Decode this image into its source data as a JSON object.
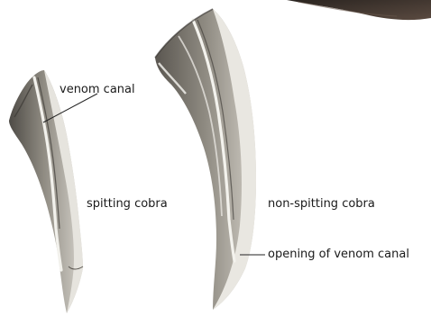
{
  "labels": {
    "venom_canal": "venom canal",
    "spitting_cobra": "spitting cobra",
    "non_spitting_cobra": "non-spitting cobra",
    "opening_of_venom_canal": "opening of venom canal"
  },
  "colors": {
    "fang_dark": "#6f6c65",
    "fang_mid": "#9a968d",
    "fang_light": "#ecebe6",
    "snake_body": "#3a2f2a",
    "leader_line": "#222222"
  }
}
